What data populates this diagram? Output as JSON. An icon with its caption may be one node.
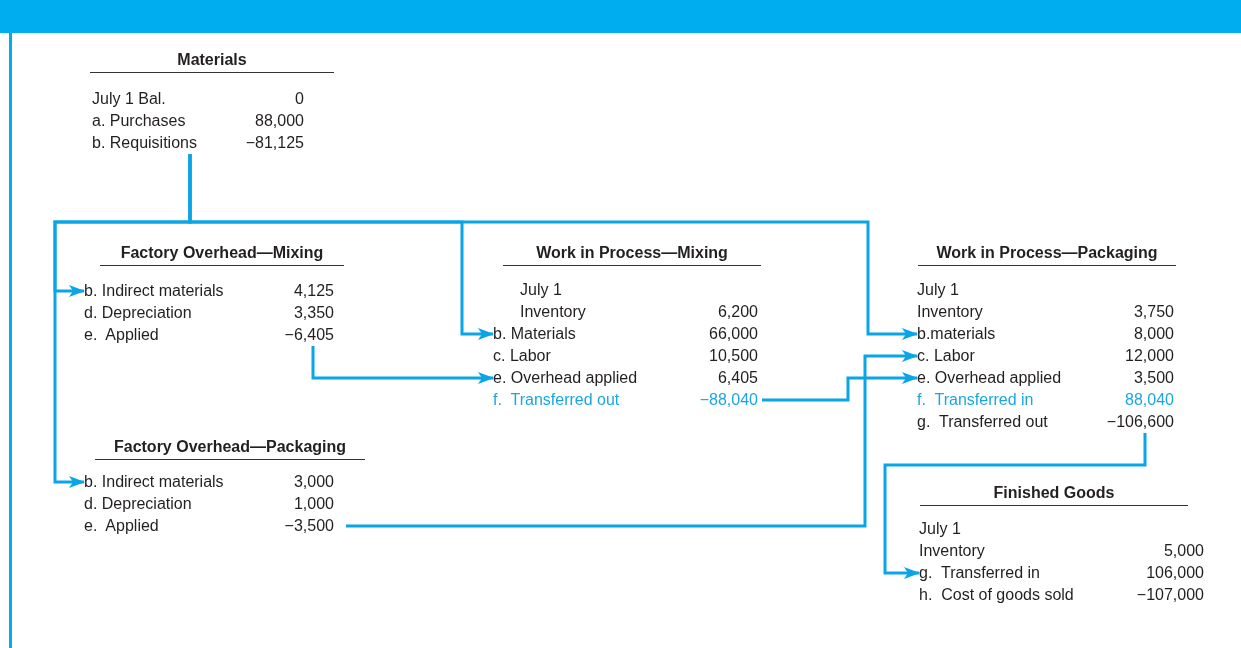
{
  "diagram": {
    "nodes": [
      {
        "text": [
          "Materials"
        ]
      },
      {
        "text": [
          "July 1 Bal.",
          "0"
        ],
        "in": 0
      },
      {
        "text": [
          "a. Purchases",
          "88,000"
        ],
        "in": 0
      },
      {
        "text": [
          "b. Requisitions",
          "−81,125"
        ],
        "in": 0
      },
      {
        "text": [
          "Factory Overhead—Mixing"
        ]
      },
      {
        "text": [
          "b. Indirect materials",
          "4,125"
        ],
        "in": 4
      },
      {
        "text": [
          "d. Depreciation",
          "3,350"
        ],
        "in": 4
      },
      {
        "text": [
          "e.  Applied",
          "−6,405"
        ],
        "in": 4
      },
      {
        "text": [
          "Work in Process—Mixing"
        ]
      },
      {
        "text": [
          "July 1 Inventory",
          "6,200"
        ],
        "in": 8
      },
      {
        "text": [
          "b. Materials",
          "66,000"
        ],
        "in": 8
      },
      {
        "text": [
          "c. Labor",
          "10,500"
        ],
        "in": 8
      },
      {
        "text": [
          "e. Overhead applied",
          "6,405"
        ],
        "in": 8
      },
      {
        "text": [
          "f.  Transferred out",
          "−88,040"
        ],
        "in": 8
      },
      {
        "text": [
          "Work in Process—Packaging"
        ]
      },
      {
        "text": [
          "July 1 Inventory",
          "3,750"
        ],
        "in": 14
      },
      {
        "text": [
          "b.materials",
          "8,000"
        ],
        "in": 14
      },
      {
        "text": [
          "c. Labor",
          "12,000"
        ],
        "in": 14
      },
      {
        "text": [
          "e. Overhead applied",
          "3,500"
        ],
        "in": 14
      },
      {
        "text": [
          "f.  Transferred in",
          "88,040"
        ],
        "in": 14
      },
      {
        "text": [
          "g.  Transferred out",
          "−106,600"
        ],
        "in": 14
      },
      {
        "text": [
          "Factory Overhead—Packaging"
        ]
      },
      {
        "text": [
          "b. Indirect materials",
          "3,000"
        ],
        "in": 21
      },
      {
        "text": [
          "d. Depreciation",
          "1,000"
        ],
        "in": 21
      },
      {
        "text": [
          "e.  Applied",
          "−3,500"
        ],
        "in": 21
      },
      {
        "text": [
          "Finished Goods"
        ]
      },
      {
        "text": [
          "July 1 Inventory",
          "5,000"
        ],
        "in": 25
      },
      {
        "text": [
          "g.  Transferred in",
          "106,000"
        ],
        "in": 25
      },
      {
        "text": [
          "h.  Cost of goods sold",
          "−107,000"
        ],
        "in": 25
      }
    ],
    "edges": [
      {
        "from": 3,
        "to": 5,
        "arrow": "to"
      },
      {
        "from": 3,
        "to": 22,
        "arrow": "to"
      },
      {
        "from": 3,
        "to": 10,
        "arrow": "to"
      },
      {
        "from": 3,
        "to": 16,
        "arrow": "to"
      },
      {
        "from": 7,
        "to": 12,
        "arrow": "to"
      },
      {
        "from": 13,
        "to": 18,
        "arrow": "to"
      },
      {
        "from": 24,
        "to": 17,
        "arrow": "to"
      },
      {
        "from": 20,
        "to": 27,
        "arrow": "to"
      }
    ]
  }
}
